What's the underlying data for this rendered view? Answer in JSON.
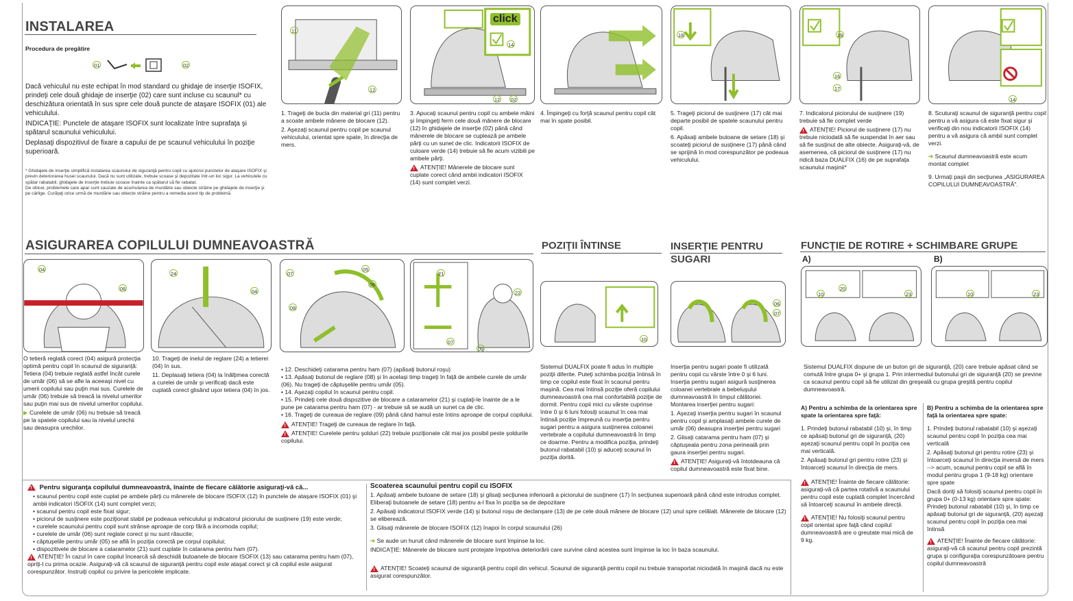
{
  "install": {
    "title": "INSTALAREA",
    "prep_title": "Procedura de pregătire",
    "prep_labels": [
      "01",
      "02"
    ],
    "steps": [
      "Dacă vehiculul nu este echipat în mod standard cu ghidaje de inserţie ISOFIX, prindeţi cele două ghidaje de inserţie (02) care sunt incluse cu scaunul* cu deschizătura orientată în sus spre cele două puncte de ataşare ISOFIX (01) ale vehiculului.",
      "INDICAŢIE: Punctele de ataşare ISOFIX sunt localizate între suprafaţa şi spătarul scaunului vehiculului.",
      "Deplasaţi dispozitivul de fixare a capului de pe scaunul vehiculului în poziţie superioară."
    ],
    "footnote": "* Ghidajele de inserţie simplifică instalarea scaunului de siguranţă pentru copil cu ajutorul punctelor de ataşare ISOFIX şi previn deteriorarea husei scaunului. Dacă nu sunt utilizate, trebuie scoase şi depozitate într-un loc sigur. La vehiculele cu spătar rabatabil, ghidajele de inserţie trebuie scoase înainte ca spătarul să fie rabatat.",
    "footnote2": "De obicei, problemele care apar sunt cauzate de acumularea de murdărie sau obiecte străine pe ghidajele de inserţie şi pe cârlige. Curăţaţi orice urmă de murdărie sau obiecte străine pentru a remedia acest tip de problemă."
  },
  "install_steps": {
    "s1": "1.  Trageţi de bucla din material gri (11) pentru a scoate ambele mânere de blocare (12).",
    "s2": "2.  Aşezaţi scaunul pentru copil pe scaunul vehiculului, orientat spre spate, în direcţia de mers.",
    "s3": "3.  Apucaţi scaunul pentru copil cu ambele mâini şi împingeţi ferm cele două mânere de blocare (12) în ghidajele de inserţie (02) până când mânerele de blocare se cuplează pe ambele părţi cu un sunet de clic. Indicatorii ISOFIX de culoare verde (14) trebuie să fie acum vizibili pe ambele părţi.",
    "s3warn": "ATENŢIE! Mânerele de blocare sunt cuplate corect când ambii indicatori ISOFIX (14) sunt complet verzi.",
    "s4": "4.  Împingeţi cu forţă scaunul pentru copil cât mai în spate posibil.",
    "s5": "5.  Trageţi piciorul de susţinere (17) cât mai departe posibil de spatele scaunului pentru copil.",
    "s6": "6.  Apăsaţi ambele butoane de setare (18) şi scoateţi piciorul de susţinere (17) până când se sprijină în mod corespunzător pe podeaua vehiculului.",
    "s7": "7.  Indicatorul piciorului de susţinere (19) trebuie să fie complet verde",
    "s7warn": "ATENŢIE! Piciorul de susţinere (17) nu trebuie niciodată să fie suspendat în aer sau să fie susţinut de alte obiecte. Asiguraţi-vă, de asemenea, că piciorul de susţinere (17) nu ridică baza DUALFIX (16) de pe suprafaţa scaunului maşinii*",
    "s8": "8.  Scuturaţi scaunul de siguranţă pentru copil pentru a vă asigura că este fixat sigur şi verificaţi din nou indicatorii ISOFIX (14) pentru a vă asigura că ambii sunt complet verzi.",
    "s8note": "Scaunul dumneavoastră este acum montat complet",
    "s9": "9.  Urmaţi paşii din secţiunea „ASIGURAREA COPILULUI DUMNEAVOASTRĂ\"."
  },
  "secure": {
    "title": "ASIGURAREA COPILULUI DUMNEAVOASTRĂ",
    "c1": "O tetieră reglată corect (04) asigură protecţia optimă pentru copil în scaunul de siguranţă: Tetiera (04) trebuie reglată astfel încât curele de umăr (06) să se afle la aceeaşi nivel cu umerii copilului sau puţin mai sus. Curelele de umăr (06) trebuie să treacă la nivelul umerilor sau puţin mai sus de nivelul umerilor copilului.",
    "c1b": "Curelele de umăr (06) nu trebuie să treacă pe la spatele copilului sau la nivelul urechii sau deasupra urechilor.",
    "c2": "10. Trageţi de inelul de reglare (24) a tetierei (04) în sus.",
    "c2b": "11. Deplasaţi tetiera (04) la înălţimea corectă a curelei de umăr şi verificaţi dacă este cuplată corect glisând uşor tetiera (04) în jos.",
    "c3": [
      "12. Deschideţi cataramа pentru ham (07) (apăsaţi butonul roşu)",
      "13. Apăsaţi butonul de reglare (08) şi în acelaşi timp trageţi în faţă de ambele curele de umăr (06). Nu trageţi de căptuşelile pentru umăr (05).",
      "14. Aşezaţi copilul în scaunul pentru copil.",
      "15. Prindeţi cele două dispozitive de blocare a cataramelor (21) şi cuplaţi-le înainte de a le pune pe catarama pentru ham (07) - ar trebuie să se audă un sunet ca de clic.",
      "16. Trageţi de cureaua de reglare (09) până când hamul este întins aproape de corpul copilului."
    ],
    "c3w1": "ATENŢIE! Trageţi de cureaua de reglare în faţă.",
    "c3w2": "ATENŢIE! Curelele pentru şolduri (22) trebuie poziţionate cât mai jos posibil peste şoldurile copilului."
  },
  "recline": {
    "title": "POZIŢII ÎNTINSE",
    "text": "Sistemul DUALFIX poate fi adus în multiple poziţii diferite. Puteţi schimba poziţia întinsă în timp ce copilul este fixat în scaunul pentru maşină. Cea mai întinsă poziţie oferă copilului dumneavoastră cea mai confortabilă poziţie de dormit. Pentru copii mici cu vârste cuprinse între 0 şi 6 luni folosiţi scaunul în cea mai întinsă poziţie împreună cu inserţia pentru sugari pentru a asigura susţinerea coloanei vertebrale a copilului dumneavoastră în timp ce doarme. Pentru a modifica poziţia, prindeţi butonul rabatabil (10) şi aduceţi scaunul în poziţia dorită."
  },
  "insert": {
    "title": "INSERŢIE PENTRU SUGARI",
    "text": "Inserţia pentru sugari poate fi utilizată pentru copii cu vârste între 0 şi 6 luni. Inserţia pentru sugari asigură susţinerea coloanei vertebrale a bebeluşului dumneavoastră în timpul călătoriei. Montarea inserţiei pentru sugari:",
    "steps": [
      "1.  Aşezaţi inserţia pentru sugari în scaunul pentru copil şi amplasaţi ambele curele de umăr (06) deasupra inserţiei pentru sugari",
      "2.  Glisaţi catarama pentru ham (07) şi căptuşeala pentru zona perineală prin gaura inserţiei pentru sugari."
    ],
    "warn": "ATENŢIE! Asiguraţi-vă întotdeauna că copilul dumneavoastră este fixat bine."
  },
  "rotate": {
    "title": "FUNCŢIE DE ROTIRE + SCHIMBARE GRUPE",
    "labelA": "A)",
    "labelB": "B)",
    "intro": "Sistemul DUALFIX dispune de un buton gri de siguranţă, (20) care trebuie apăsat când se comută între grupa 0+ şi grupa 1. Prin intermediul butonului gri de siguranţă (20) se previne ca scaunul pentru copil să fie utilizat din greşeală cu grupa greşită pentru copilul dumneavoastră.",
    "a_title": "A) Pentru a schimba de la orientarea spre spate la orientarea spre faţă:",
    "a_steps": [
      "1.  Prindeţi butonul rabatabil (10) şi, în timp ce apăsaţi butonul gri de siguranţă, (20) aşezaţi scaunul pentru copil în poziţia cea mai verticală.",
      "2.  Apăsaţi butonul gri pentru rotire (23) şi întoarceţi scaunul în direcţia de mers."
    ],
    "a_w1": "ATENŢIE! Înainte de fiecare călătorie: asiguraţi-vă că partea rotativă a scaunului pentru copil este cuplată complet încercând să întoarceţi scaunul în ambele direcţii.",
    "a_w2": "ATENŢIE! Nu folosiţi scaunul pentru copil orientat spre faţă când copilul dumneavoastră are o greutate mai mică de 9 kg.",
    "b_title": "B) Pentru a schimba de la orientarea spre faţă la orientarea spre spate:",
    "b_steps": [
      "1.  Prindeţi butonul rabatabil (10) şi aşezaţi scaunul pentru copil în poziţia cea mai verticală",
      "2.  Apăsaţi butonul gri pentru rotire (23) şi întoarceţi scaunul în direcţia inversă de mers --> acum, scaunul pentru copil se află în modul pentru grupa 1 (9-18 kg) orientare spre spate"
    ],
    "b_note": "Dacă doriţi să folosiţi scaunul pentru copil în grupa 0+ (0-13 kg) orientare spre spate: Prindeţi butonul rabatabil (10) şi, în timp ce apăsaţi butonul gri de siguranţă, (20) aşezaţi scaunul pentru copil în poziţia cea mai întinsă",
    "b_warn": "ATENŢIE! Înainte de fiecare călătorie: asiguraţi-vă că scaunul pentru copil prezintă grupa şi configuraţia corespunzătoare pentru copilul dumneavoastră"
  },
  "safety": {
    "title": "Pentru siguranţa copilului dumneavoastră, înainte de fiecare călătorie asiguraţi-vă că...",
    "items": [
      "scaunul pentru copil este cuplat pe ambele părţi cu mânerele de blocare ISOFIX (12) în punctele de ataşare ISOFIX (01) şi ambii indicatori ISOFIX (14) sunt complet verzi;",
      "scaunul pentru copil este fixat sigur;",
      "piciorul de susţinere este poziţionat stabil pe podeaua vehiculului şi indicatorul piciorului de susţinere (19) este verde;",
      "curelele scaunului pentru copil sunt strânse aproape de corp fără a incomoda copilul;",
      "curelele de umăr (06) sunt reglate corect şi nu sunt răsucite;",
      "căptuşelile pentru umăr (05) se află în poziţia corectă pe corpul copilului;",
      "dispozitivele de blocare a cataramelor (21) sunt cuplate în catarama pentru ham (07)."
    ],
    "warn": "ATENŢIE! În cazul în care copilul încearcă să deschidă butoanele de blocare ISOFIX (13) sau catarama pentru ham (07), opriţi-l cu prima ocazie. Asiguraţi-vă că scaunul de siguranţă pentru copil este ataşat corect şi că copilul este asigurat corespunzător. Instruiţi copilul cu privire la pericolele implicate."
  },
  "removal": {
    "title": "Scoaterea scaunului pentru copil cu ISOFIX",
    "steps": [
      "1.  Apăsaţi ambele butoane de setare (18) şi glisaţi secţiunea inferioară a piciorului de susţinere (17) în secţiunea superioară până când este introdus complet. Eliberaţi butoanele de setare (18) pentru a-l fixa în poziţia sa de depozitare",
      "2.  Apăsaţi indicatorul ISOFIX verde (14) şi butonul roşu de declanşare (13) de pe cele două mânere de blocare (12) unul spre celălalt. Mânerele de blocare (12) se eliberează.",
      "3.  Glisaţi mânerele de blocare ISOFIX (12) înapoi în corpul scaunului (26)"
    ],
    "note": "Se aude un huruit când mânerele de blocare sunt împinse la loc.",
    "indic": "INDICAŢIE: Mânerele de blocare sunt protejate împotriva deteriorării care survine când acestea sunt împinse la loc în baza scaunului.",
    "warn": "ATENŢIE! Scoateţi scaunul de siguranţă pentru copil din vehicul. Scaunul de siguranţă pentru copil nu trebuie transportat niciodată în maşină dacă nu este asigurat corespunzător."
  },
  "labels": {
    "click": "click",
    "n11": "11",
    "n12": "12",
    "n14": "14",
    "n02": "02",
    "n18": "18",
    "n19": "19",
    "n16": "16",
    "n17": "17",
    "n04": "04",
    "n06": "06",
    "n24": "24",
    "n07": "07",
    "n05": "05",
    "n08": "08",
    "n09": "09",
    "n21": "21",
    "n22": "22",
    "n10": "10",
    "n20": "20",
    "n23": "23"
  },
  "colors": {
    "accent": "#8fbf2a",
    "warning": "#c8202a",
    "outline": "#555555"
  }
}
